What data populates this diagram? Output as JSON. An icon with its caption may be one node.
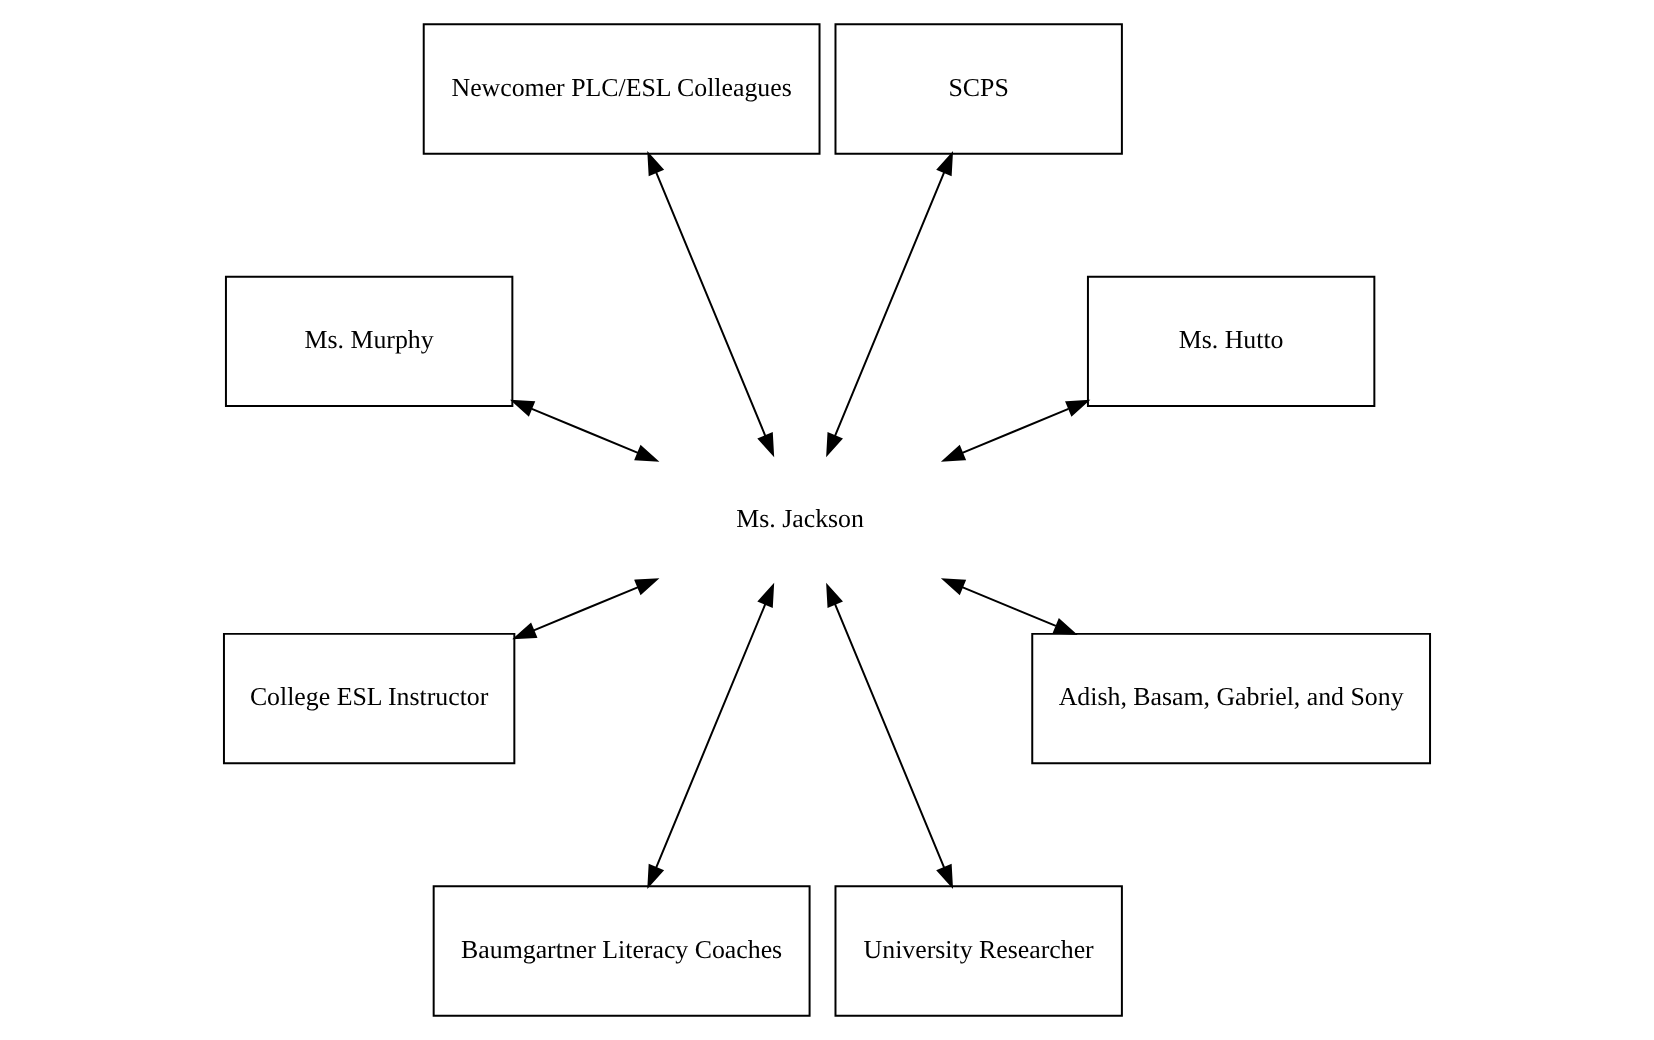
{
  "diagram": {
    "nodes": [
      {
        "text": [
          "Ms. Hutto"
        ]
      },
      {
        "text": [
          "SCPS"
        ]
      },
      {
        "text": [
          "Newcomer PLC/ESL Colleagues"
        ]
      },
      {
        "text": [
          "Ms. Murphy"
        ]
      },
      {
        "text": [
          "Ms. Jackson"
        ]
      },
      {
        "text": [
          "College ESL Instructor"
        ]
      },
      {
        "text": [
          "Baumgartner Literacy Coaches"
        ]
      },
      {
        "text": [
          "University Researcher"
        ]
      },
      {
        "text": [
          "Adish, Basam, Gabriel, and Sony"
        ]
      }
    ],
    "edges": [
      {
        "from": 4,
        "to": 0,
        "arrow": "both"
      },
      {
        "from": 4,
        "to": 1,
        "arrow": "both"
      },
      {
        "from": 4,
        "to": 2,
        "arrow": "both"
      },
      {
        "from": 4,
        "to": 3,
        "arrow": "both"
      },
      {
        "from": 4,
        "to": 5,
        "arrow": "both"
      },
      {
        "from": 4,
        "to": 6,
        "arrow": "both"
      },
      {
        "from": 4,
        "to": 7,
        "arrow": "both"
      },
      {
        "from": 4,
        "to": 8,
        "arrow": "both"
      }
    ]
  }
}
